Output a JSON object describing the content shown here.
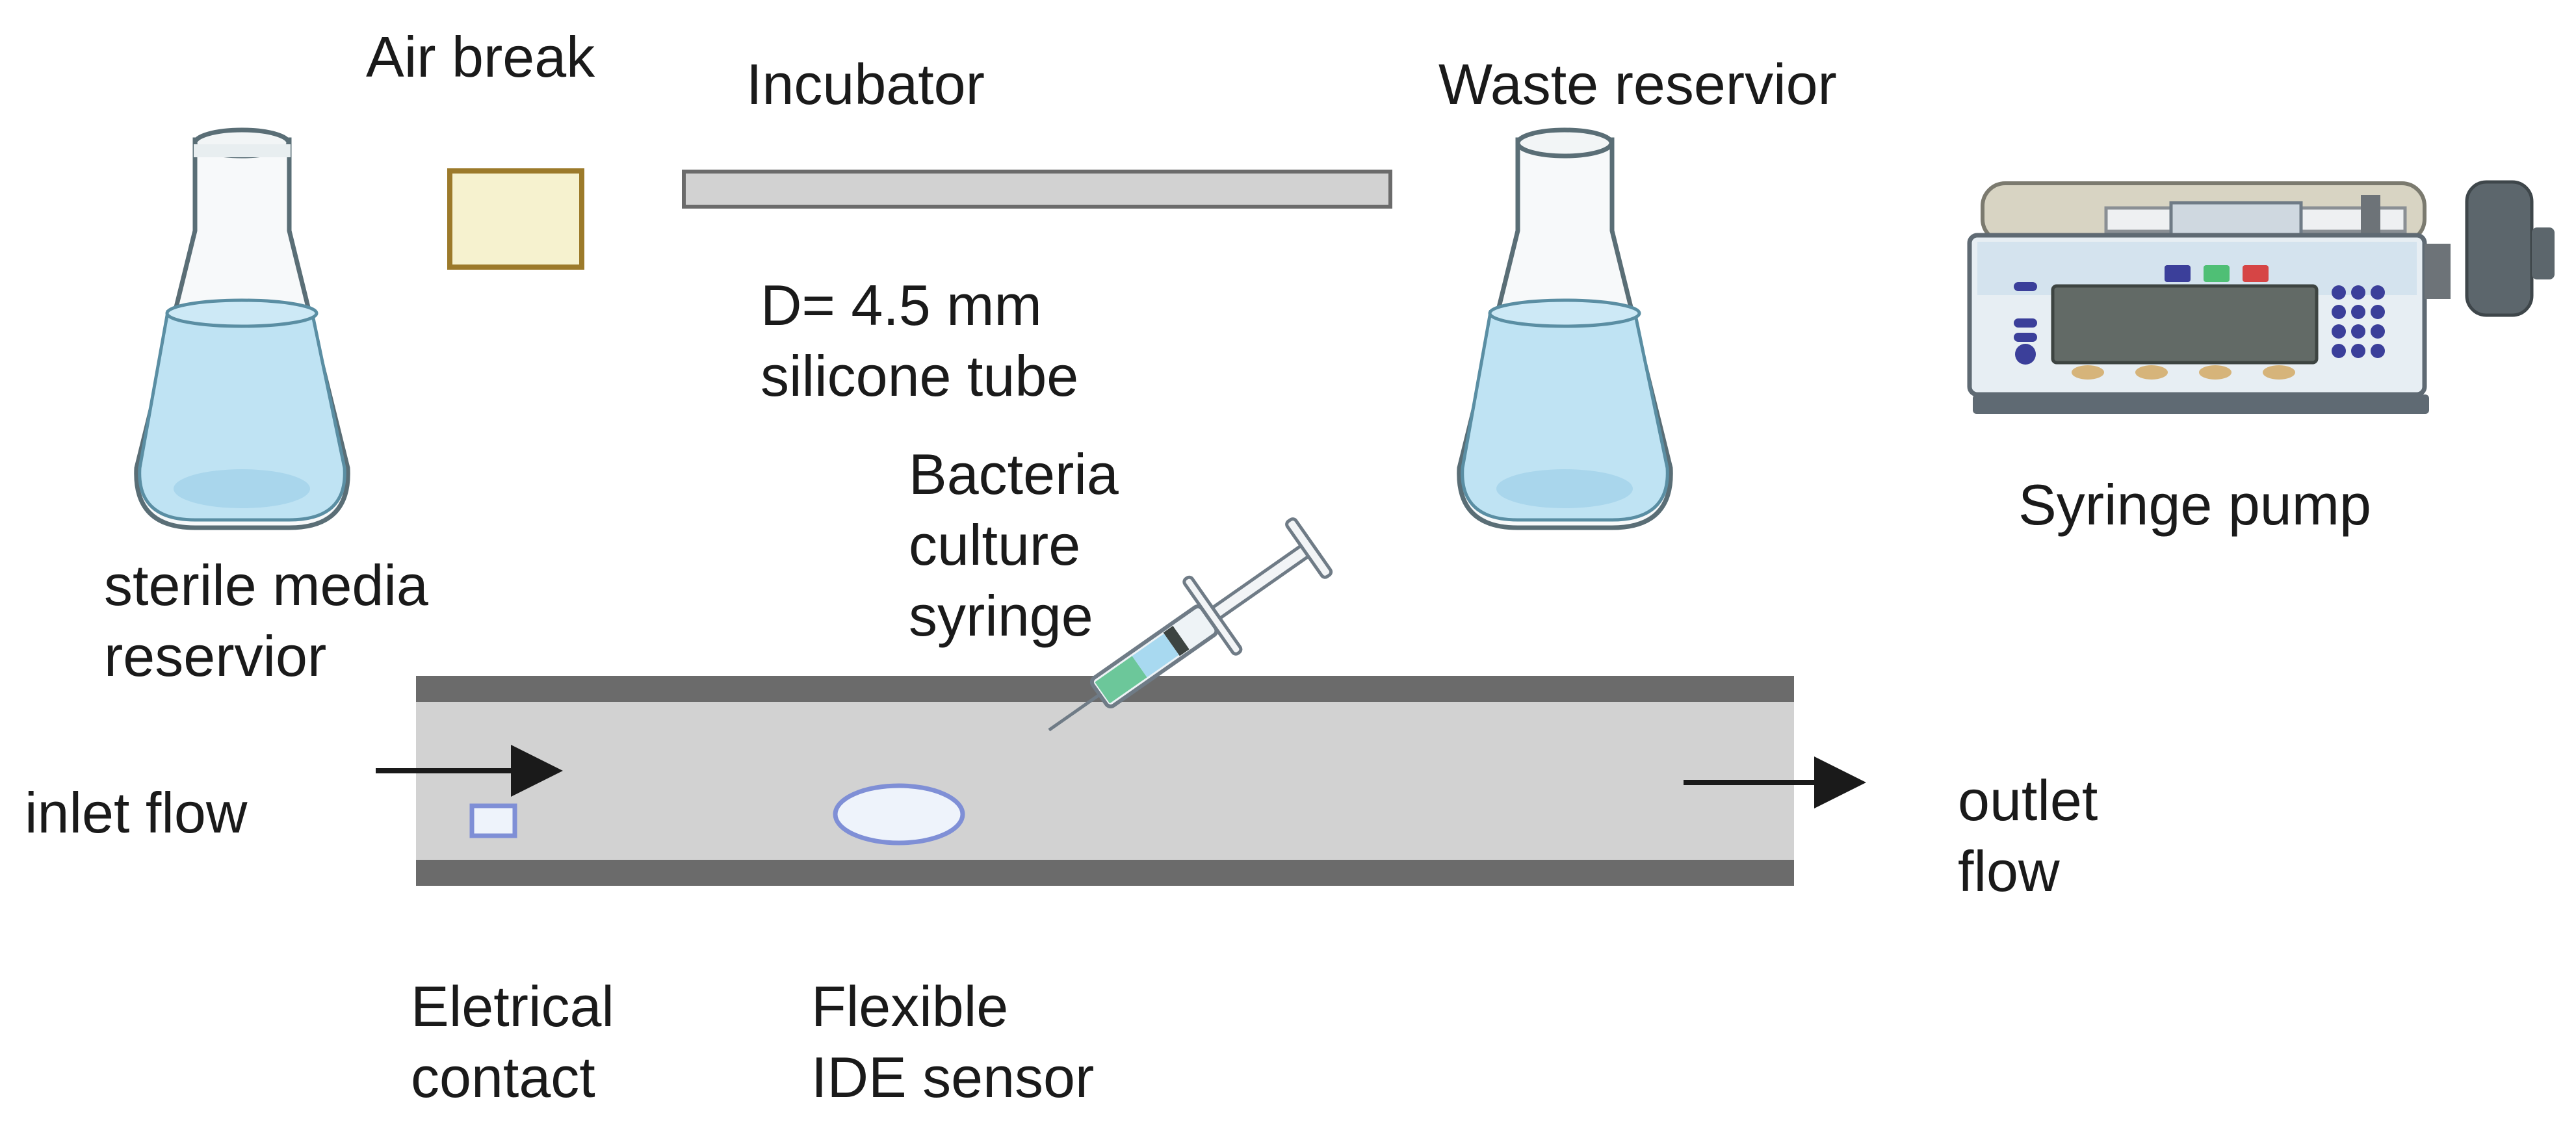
{
  "labels": {
    "air_break": "Air break",
    "incubator": "Incubator",
    "waste_reservoir": "Waste reservior",
    "tube_diameter": "D= 4.5 mm",
    "tube_material": "silicone tube",
    "bacteria_line1": "Bacteria",
    "bacteria_line2": "culture",
    "bacteria_line3": "syringe",
    "syringe_pump": "Syringe pump",
    "sterile_line1": "sterile media",
    "sterile_line2": "reservior",
    "inlet_flow": "inlet flow",
    "outlet_line1": "outlet",
    "outlet_line2": "flow",
    "electrical_line1": "Eletrical",
    "electrical_line2": "contact",
    "sensor_line1": "Flexible",
    "sensor_line2": "IDE sensor"
  },
  "colors": {
    "liquid": "#bfe3f3",
    "glass_outline": "#5a6e76",
    "air_break_fill": "#f6f2cf",
    "air_break_border": "#9c7a2a",
    "tube_body": "#d2d2d2",
    "tube_wall": "#6b6b6b",
    "sensor_outline": "#7f8fd6",
    "sensor_fill": "#eef3fb",
    "arrow": "#1a1a1a",
    "syringe_liquid": "#6cc79a",
    "pump_body": "#e7eef3",
    "pump_screen": "#626a66",
    "pump_button_blue": "#3b3f9a"
  }
}
